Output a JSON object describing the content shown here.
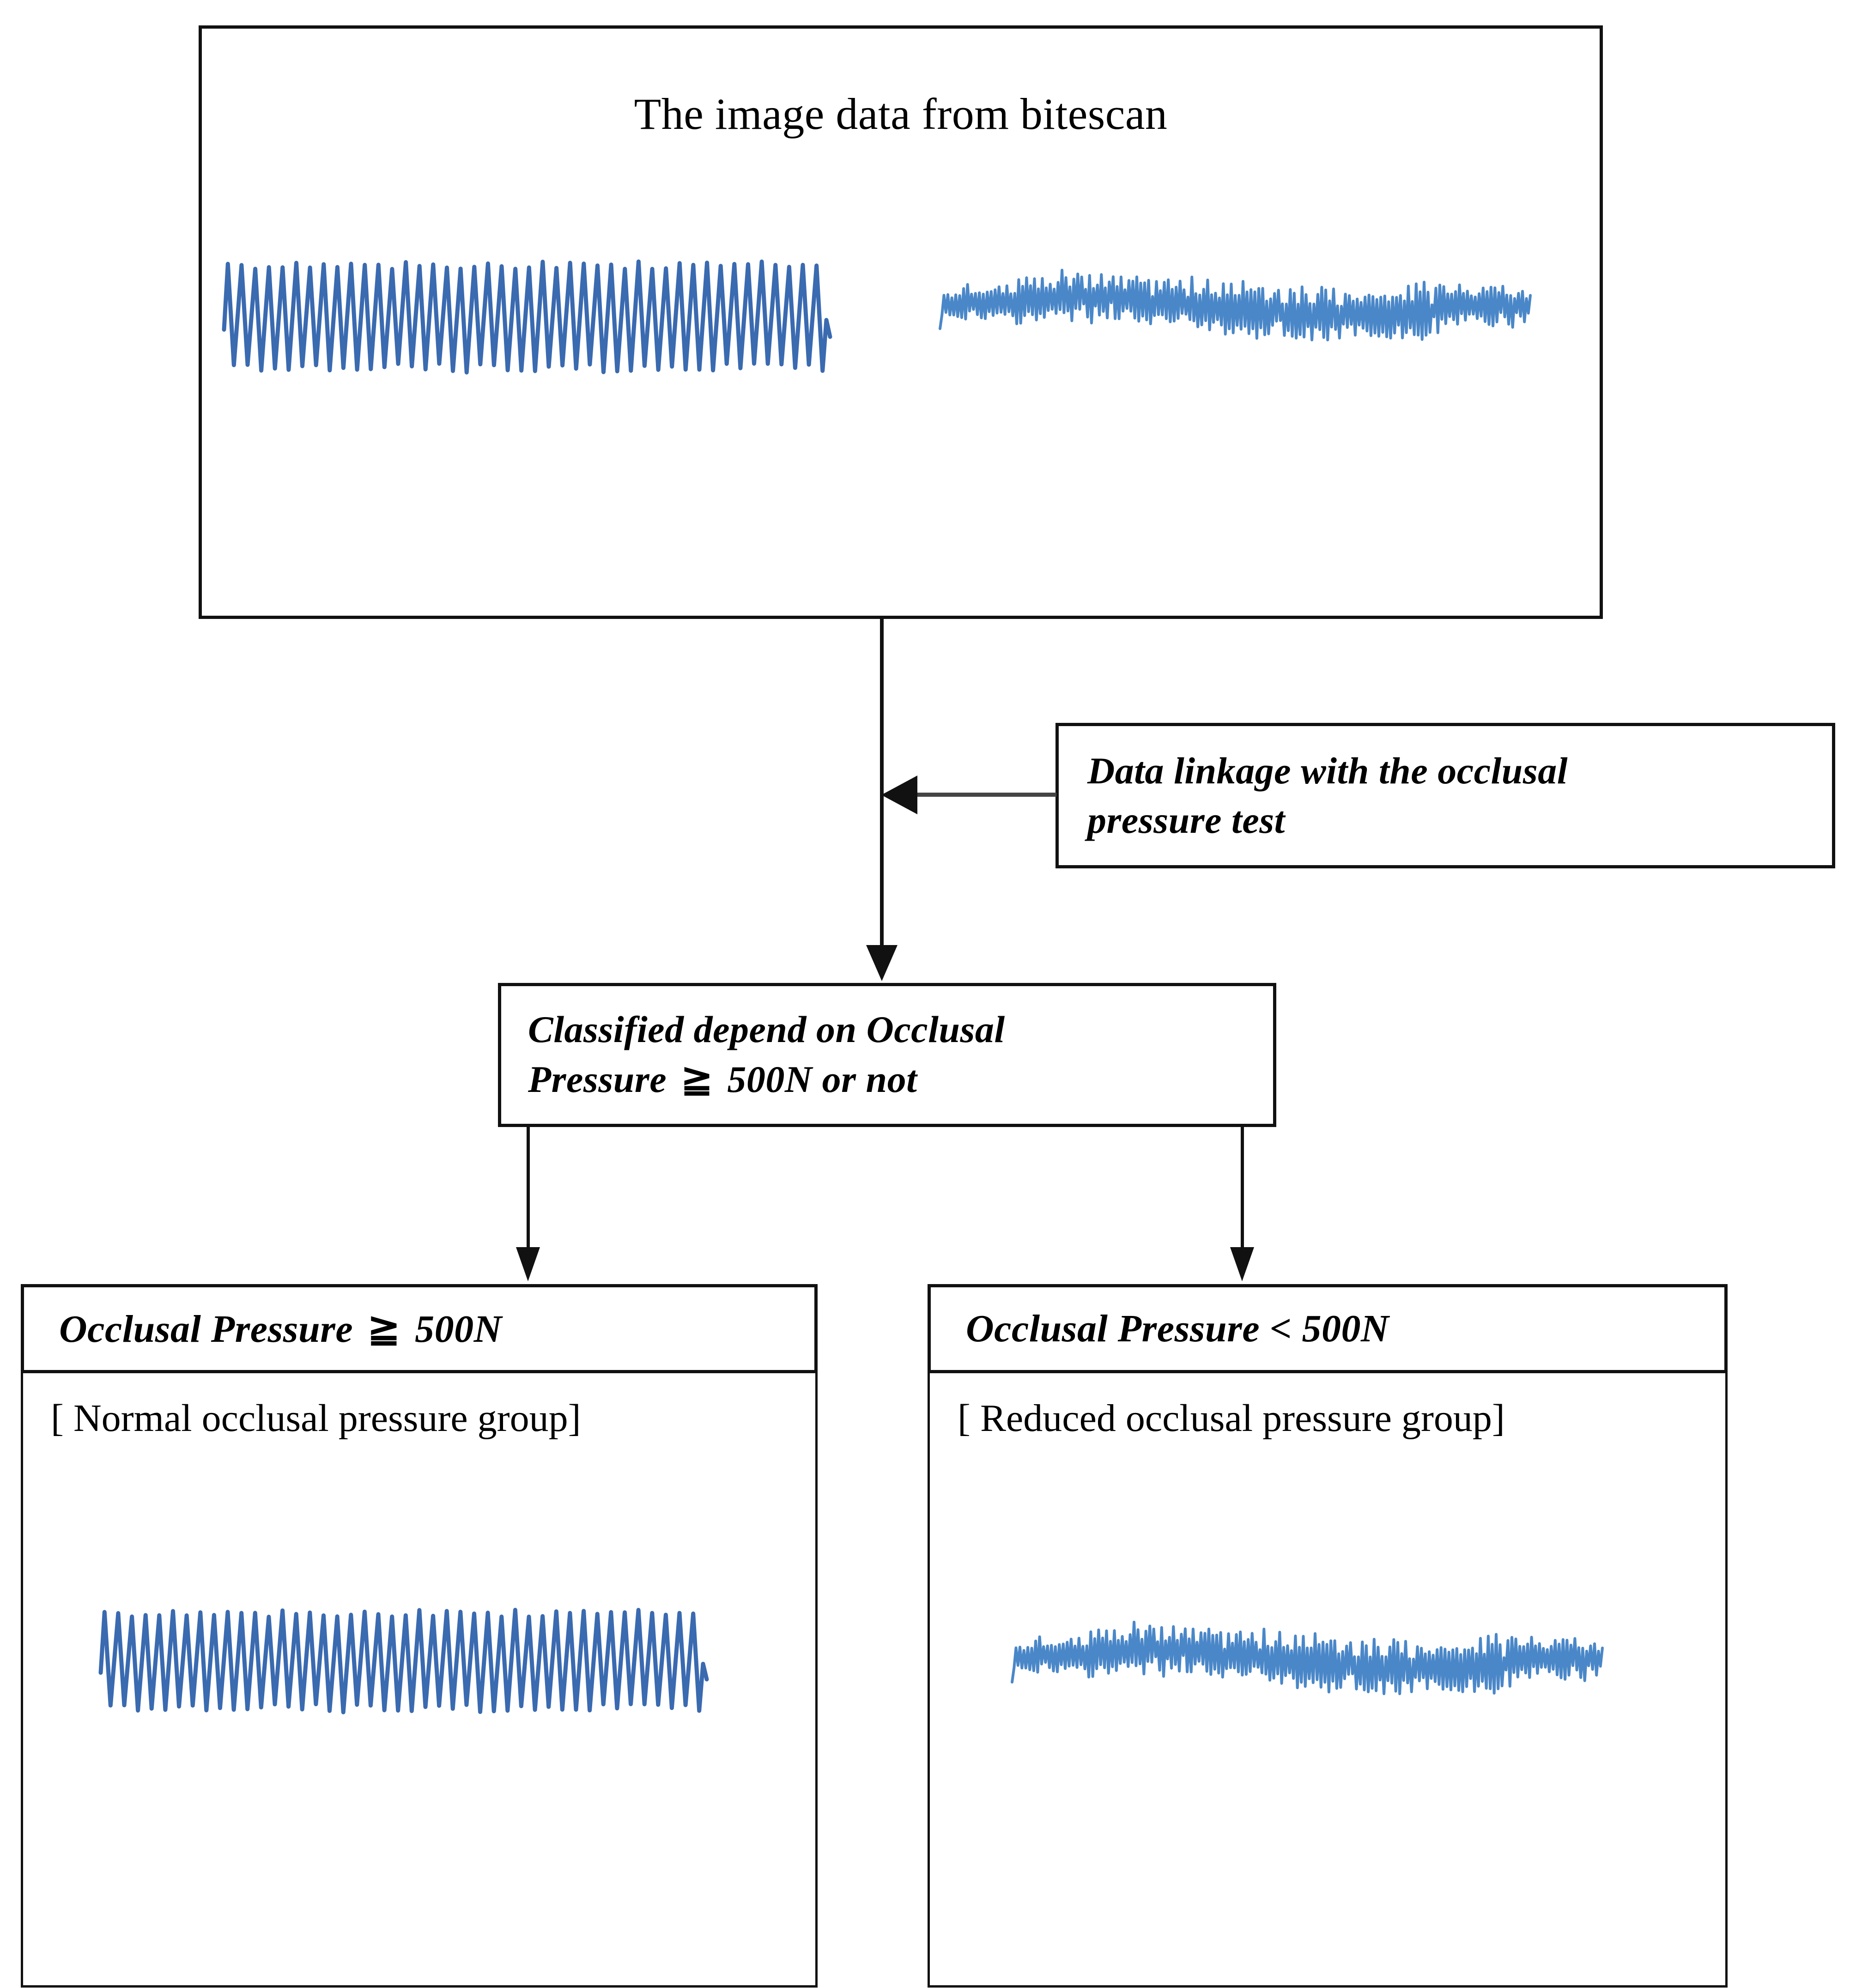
{
  "figure": {
    "kind": "flowchart",
    "background_color": "#ffffff",
    "line_color": "#111111",
    "waveform_colors": {
      "strong": "#3a6ab0",
      "weak": "#4a87c8"
    }
  },
  "top_box": {
    "title": "The image data from bitescan",
    "waveforms": [
      {
        "name": "normal-occlusal-pressure-waveform",
        "style": "strong",
        "description": "dense high-amplitude oscillation"
      },
      {
        "name": "reduced-occlusal-pressure-waveform",
        "style": "weak",
        "description": "low-amplitude noisy trace"
      }
    ]
  },
  "linkage_box": {
    "line1": "Data linkage with the occlusal",
    "line2": "pressure test"
  },
  "classify_box": {
    "line1": "Classified depend on Occlusal",
    "line2_before": "Pressure",
    "symbol": "≧",
    "line2_after": "500N or not"
  },
  "groups": [
    {
      "id": "normal",
      "header_before": "Occlusal Pressure",
      "header_symbol": "≧",
      "header_after": "500N",
      "subtitle": "[ Normal occlusal pressure group]",
      "waveform_style": "strong"
    },
    {
      "id": "reduced",
      "header_before": "Occlusal Pressure <",
      "header_symbol": "",
      "header_after": "500N",
      "subtitle": "[ Reduced occlusal pressure group]",
      "waveform_style": "weak"
    }
  ],
  "connectors": [
    {
      "name": "top-to-classify-arrow",
      "direction": "down"
    },
    {
      "name": "linkage-to-flow-arrow",
      "direction": "left"
    },
    {
      "name": "classify-to-normal-arrow",
      "direction": "down"
    },
    {
      "name": "classify-to-reduced-arrow",
      "direction": "down"
    }
  ]
}
